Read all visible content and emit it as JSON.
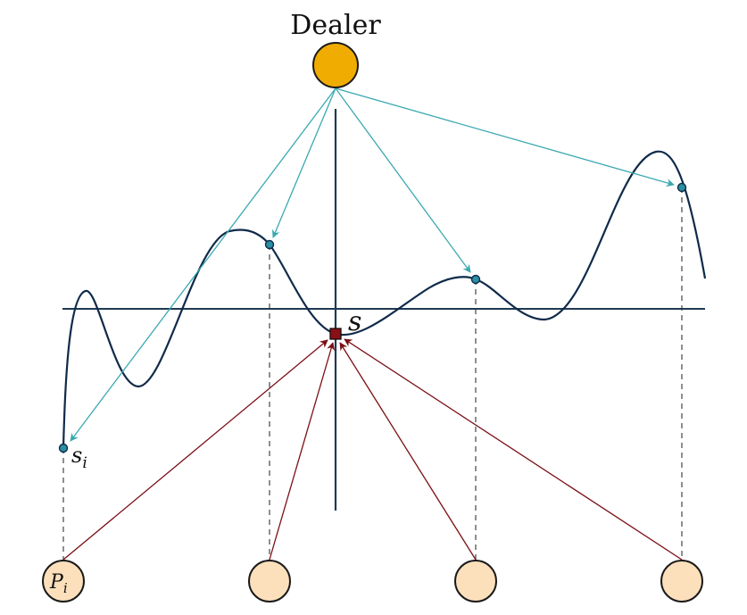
{
  "labels": {
    "dealer": "Dealer",
    "secret": "s",
    "share": "s",
    "share_subscript": "i",
    "party": "P",
    "party_subscript": "i"
  },
  "colors": {
    "dealer_fill": "#f0ac00",
    "party_fill": "#fce0bc",
    "curve": "#0f2a4a",
    "axes": "#1f3a52",
    "share_arrows": "#3aa9b0",
    "point_fill": "#2a8fa3",
    "reconstruction_arrows": "#7a0f14",
    "secret_fill": "#8b0f16",
    "dashed_lines": "#333333"
  },
  "icons": {
    "dealer": "dealer-node",
    "party": "party-node",
    "share_point": "share-point",
    "secret_point": "secret-square"
  }
}
